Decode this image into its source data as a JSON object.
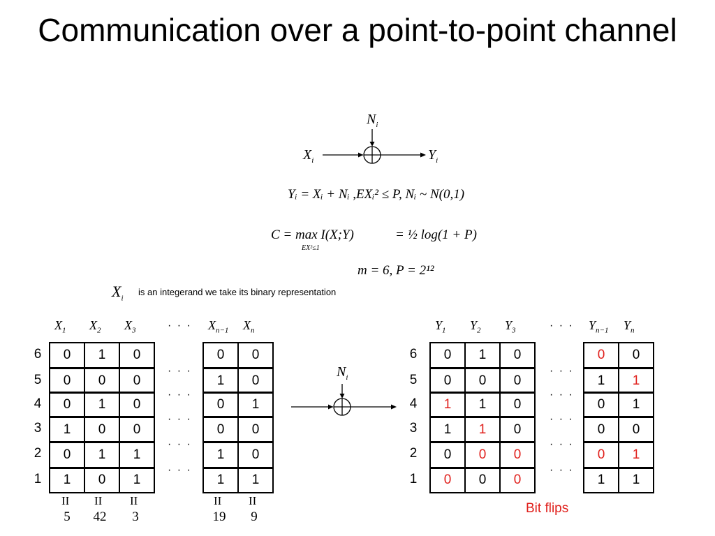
{
  "title": "Communication over a point-to-point channel",
  "channel": {
    "input": "X",
    "input_sub": "i",
    "noise": "N",
    "noise_sub": "i",
    "output": "Y",
    "output_sub": "i"
  },
  "equations": {
    "eq1": "Yᵢ = Xᵢ + Nᵢ ,EXᵢ² ≤ P, Nᵢ ~ N(0,1)",
    "eq2_lhs": "C = max I(X;Y)",
    "eq2_sub": "EX²≤1",
    "eq2_rhs": "= ½ log(1 + P)",
    "eq3": "m = 6, P = 2¹²"
  },
  "note_symbol": "X",
  "note_symbol_sub": "i",
  "note_text": "is an integerand we take its binary representation",
  "dots": "· · ·",
  "left_matrix": {
    "row_labels": [
      "6",
      "5",
      "4",
      "3",
      "2",
      "1"
    ],
    "headers": [
      {
        "v": "X",
        "s": "1"
      },
      {
        "v": "X",
        "s": "2"
      },
      {
        "v": "X",
        "s": "3"
      },
      {
        "v": "X",
        "s": "n−1"
      },
      {
        "v": "X",
        "s": "n"
      }
    ],
    "rows": [
      [
        "0",
        "1",
        "0",
        "0",
        "0"
      ],
      [
        "0",
        "0",
        "0",
        "1",
        "0"
      ],
      [
        "0",
        "1",
        "0",
        "0",
        "1"
      ],
      [
        "1",
        "0",
        "0",
        "0",
        "0"
      ],
      [
        "0",
        "1",
        "1",
        "1",
        "0"
      ],
      [
        "1",
        "0",
        "1",
        "1",
        "1"
      ]
    ],
    "equals_sign": "II",
    "decimal_values": [
      "5",
      "42",
      "3",
      "19",
      "9"
    ]
  },
  "right_matrix": {
    "row_labels": [
      "6",
      "5",
      "4",
      "3",
      "2",
      "1"
    ],
    "headers": [
      {
        "v": "Y",
        "s": "1"
      },
      {
        "v": "Y",
        "s": "2"
      },
      {
        "v": "Y",
        "s": "3"
      },
      {
        "v": "Y",
        "s": "n−1"
      },
      {
        "v": "Y",
        "s": "n"
      }
    ],
    "rows": [
      [
        "0",
        "1",
        "0",
        "0",
        "0"
      ],
      [
        "0",
        "0",
        "0",
        "1",
        "1"
      ],
      [
        "1",
        "1",
        "0",
        "0",
        "1"
      ],
      [
        "1",
        "1",
        "0",
        "0",
        "0"
      ],
      [
        "0",
        "0",
        "0",
        "0",
        "1"
      ],
      [
        "0",
        "0",
        "0",
        "1",
        "1"
      ]
    ],
    "flipped": [
      [
        false,
        false,
        false,
        true,
        false
      ],
      [
        false,
        false,
        false,
        false,
        true
      ],
      [
        true,
        false,
        false,
        false,
        false
      ],
      [
        false,
        true,
        false,
        false,
        false
      ],
      [
        false,
        true,
        true,
        true,
        true
      ],
      [
        true,
        false,
        true,
        false,
        false
      ]
    ]
  },
  "bit_flips_label": "Bit flips",
  "colors": {
    "flip": "#e0201c",
    "text": "#000000"
  }
}
